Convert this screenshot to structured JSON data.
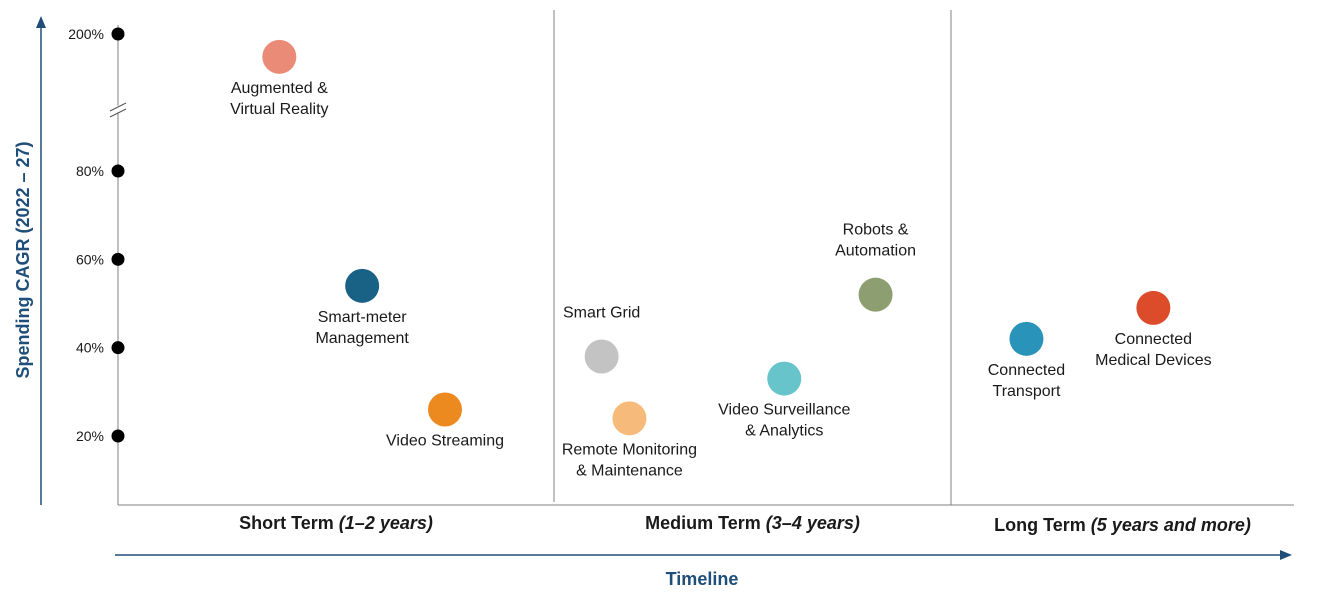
{
  "chart_data": {
    "type": "scatter",
    "title": "",
    "xlabel": "Timeline",
    "ylabel": "Spending CAGR (2022 – 27)",
    "y_ticks": [
      {
        "value": 20,
        "label": "20%"
      },
      {
        "value": 40,
        "label": "40%"
      },
      {
        "value": 60,
        "label": "60%"
      },
      {
        "value": 80,
        "label": "80%"
      },
      {
        "value": 200,
        "label": "200%"
      }
    ],
    "y_axis_break": "between 80% and 200%",
    "grid": false,
    "periods": [
      {
        "name": "Short Term",
        "detail": "(1–2 years)"
      },
      {
        "name": "Medium Term",
        "detail": "(3–4 years)"
      },
      {
        "name": "Long Term",
        "detail": "(5 years and more)"
      }
    ],
    "points": [
      {
        "label": [
          "Augmented &",
          "Virtual Reality"
        ],
        "period": 0,
        "pos": 0.37,
        "y": 180,
        "color": "#E98B76",
        "label_side": "below"
      },
      {
        "label": [
          "Smart-meter",
          "Management"
        ],
        "period": 0,
        "pos": 0.56,
        "y": 54,
        "color": "#1A6186",
        "label_side": "below"
      },
      {
        "label": [
          "Video Streaming"
        ],
        "period": 0,
        "pos": 0.75,
        "y": 26,
        "color": "#EC8A1F",
        "label_side": "below"
      },
      {
        "label": [
          "Smart Grid"
        ],
        "period": 1,
        "pos": 0.12,
        "y": 38,
        "color": "#C3C3C3",
        "label_side": "above"
      },
      {
        "label": [
          "Remote Monitoring",
          "& Maintenance"
        ],
        "period": 1,
        "pos": 0.19,
        "y": 24,
        "color": "#F6BB7A",
        "label_side": "below"
      },
      {
        "label": [
          "Video Surveillance",
          "& Analytics"
        ],
        "period": 1,
        "pos": 0.58,
        "y": 33,
        "color": "#68C4CB",
        "label_side": "below"
      },
      {
        "label": [
          "Robots &",
          "Automation"
        ],
        "period": 1,
        "pos": 0.81,
        "y": 52,
        "color": "#8D9F70",
        "label_side": "above"
      },
      {
        "label": [
          "Connected",
          "Transport"
        ],
        "period": 2,
        "pos": 0.22,
        "y": 42,
        "color": "#2A93B9",
        "label_side": "below"
      },
      {
        "label": [
          "Connected",
          "Medical Devices"
        ],
        "period": 2,
        "pos": 0.59,
        "y": 49,
        "color": "#DC4C2B",
        "label_side": "below"
      }
    ]
  },
  "colors": {
    "axis_title": "#1f4e79",
    "axis_line": "#1f4e79",
    "divider": "#808080",
    "tick_dot": "#000000"
  }
}
